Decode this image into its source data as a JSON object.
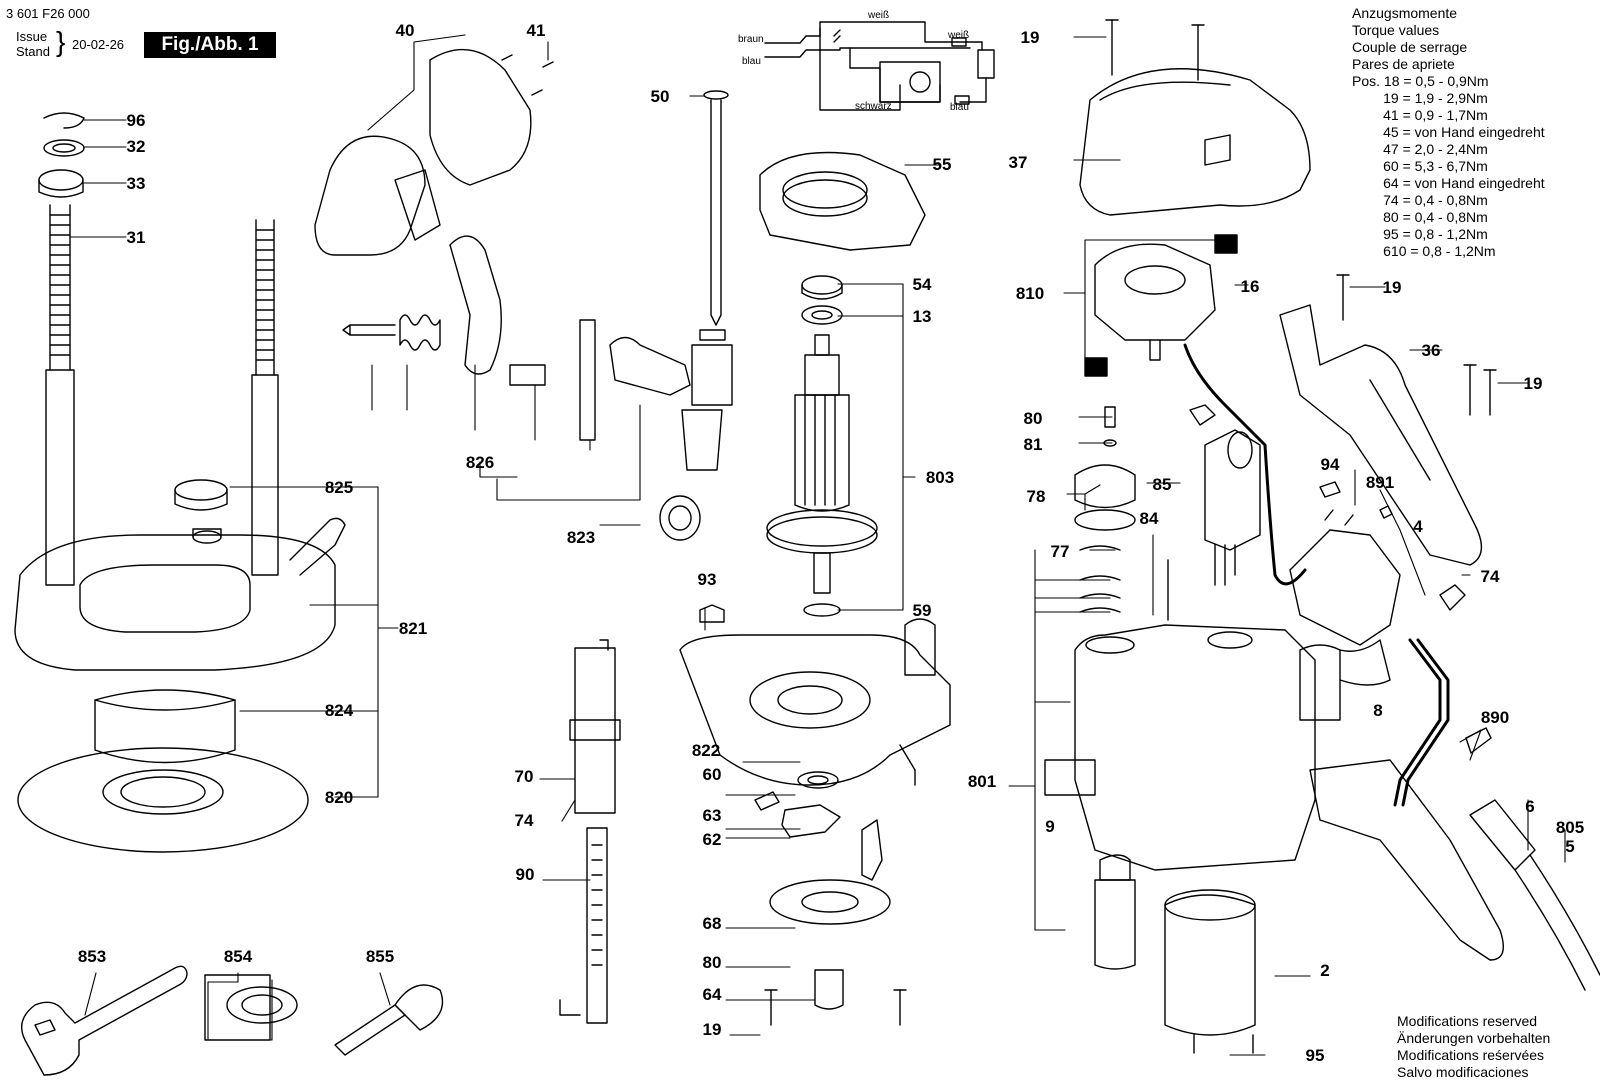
{
  "header": {
    "doc_number": "3 601 F26 000",
    "issue_label": "Issue",
    "stand_label": "Stand",
    "date": "20-02-26",
    "figure_label": "Fig./Abb. 1"
  },
  "torque": {
    "titles": [
      "Anzugsmomente",
      "Torque values",
      "Couple de serrage",
      "Pares de apriete"
    ],
    "prefix": "Pos.",
    "rows": [
      {
        "pos": "18",
        "value": "0,5 - 0,9Nm"
      },
      {
        "pos": "19",
        "value": "1,9 - 2,9Nm"
      },
      {
        "pos": "41",
        "value": "0,9 - 1,7Nm"
      },
      {
        "pos": "45",
        "value": "von Hand eingedreht"
      },
      {
        "pos": "47",
        "value": "2,0 - 2,4Nm"
      },
      {
        "pos": "60",
        "value": "5,3 - 6,7Nm"
      },
      {
        "pos": "64",
        "value": "von Hand eingedreht"
      },
      {
        "pos": "74",
        "value": "0,4 - 0,8Nm"
      },
      {
        "pos": "80",
        "value": "0,4 - 0,8Nm"
      },
      {
        "pos": "95",
        "value": "0,8 - 1,2Nm"
      },
      {
        "pos": "610",
        "value": "0,8 - 1,2Nm"
      }
    ]
  },
  "modifications": [
    "Modifications reserved",
    "Änderungen vorbehalten",
    "Modifications reśervées",
    "Salvo modificaciones"
  ],
  "wiring_labels": {
    "braun": "braun",
    "blau1": "blau",
    "weiss1": "weiß",
    "weiss2": "weiß",
    "schwarz": "schwarz",
    "blau2": "blau"
  },
  "parts": {
    "p96": "96",
    "p32": "32",
    "p33": "33",
    "p31": "31",
    "p40": "40",
    "p41": "41",
    "p50": "50",
    "p55": "55",
    "p19a": "19",
    "p37": "37",
    "p810": "810",
    "p16": "16",
    "p19b": "19",
    "p36": "36",
    "p19c": "19",
    "p54": "54",
    "p13": "13",
    "p803": "803",
    "p59": "59",
    "p826": "826",
    "p823": "823",
    "p825": "825",
    "p821": "821",
    "p824": "824",
    "p820": "820",
    "p80a": "80",
    "p81": "81",
    "p78": "78",
    "p85": "85",
    "p84": "84",
    "p94": "94",
    "p891": "891",
    "p4": "4",
    "p74a": "74",
    "p77": "77",
    "p8": "8",
    "p801": "801",
    "p9": "9",
    "p890": "890",
    "p6": "6",
    "p805": "805",
    "p5": "5",
    "p93": "93",
    "p822": "822",
    "p70": "70",
    "p74b": "74",
    "p60": "60",
    "p63": "63",
    "p62": "62",
    "p90": "90",
    "p68": "68",
    "p80b": "80",
    "p64": "64",
    "p19d": "19",
    "p2": "2",
    "p95": "95",
    "p853": "853",
    "p854": "854",
    "p855": "855"
  }
}
